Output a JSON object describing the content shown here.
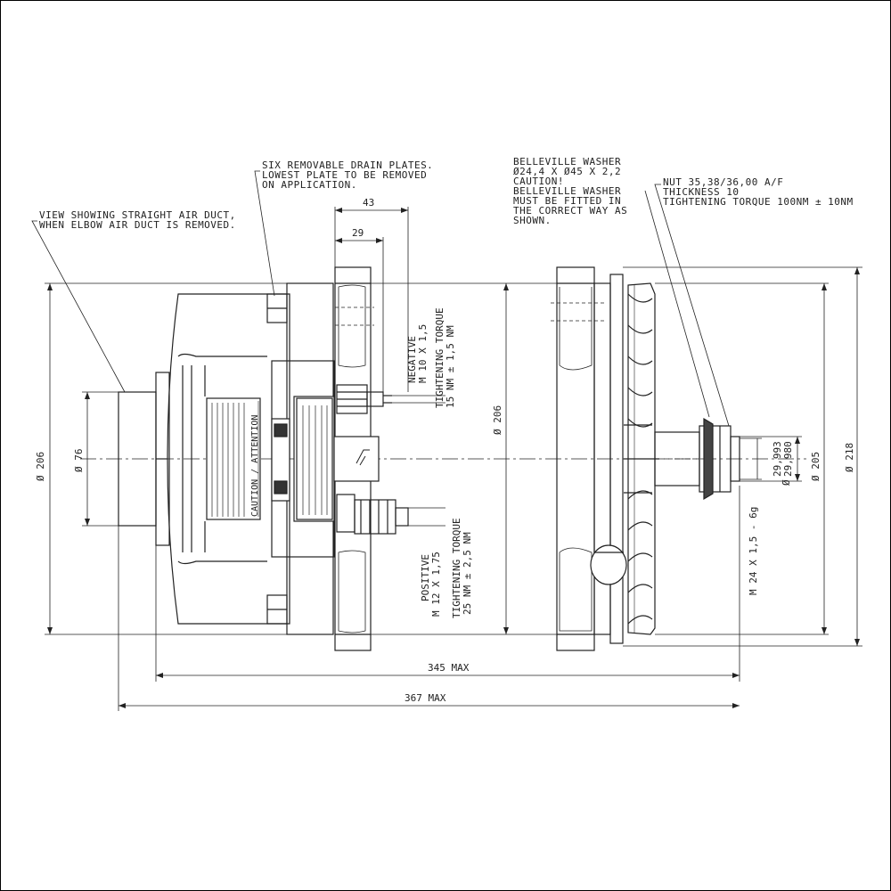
{
  "notes": {
    "air_duct": "VIEW SHOWING STRAIGHT AIR DUCT,\nWHEN ELBOW AIR DUCT IS REMOVED.",
    "drain_plates": "SIX REMOVABLE DRAIN PLATES.\nLOWEST PLATE TO BE REMOVED\nON APPLICATION.",
    "belleville": "BELLEVILLE WASHER\nØ24,4 X Ø45 X 2,2\nCAUTION!\nBELLEVILLE WASHER\nMUST BE FITTED IN\nTHE CORRECT WAY AS\nSHOWN.",
    "nut": "NUT 35,38/36,00 A/F\nTHICKNESS 10\nTIGHTENING TORQUE 100NM ± 10NM"
  },
  "terminals": {
    "negative_title": "NEGATIVE",
    "negative_thread": "M 10 X 1,5",
    "negative_torque_title": "TIGHTENING TORQUE",
    "negative_torque": "15 NM ± 1,5 NM",
    "positive_title": "POSITIVE",
    "positive_thread": "M 12 X 1,75",
    "positive_torque_title": "TIGHTENING TORQUE",
    "positive_torque": "25 NM ± 2,5 NM"
  },
  "dimensions": {
    "d43": "43",
    "d29": "29",
    "dia206_left": "Ø 206",
    "dia76": "Ø 76",
    "dia206_mid": "Ø 206",
    "dia205": "Ø 205",
    "dia218": "Ø 218",
    "shaft_upper": "29,993",
    "shaft_lower": "29,980",
    "shaft_prefix": "Ø",
    "thread": "M 24 X 1,5 - 6g",
    "len345": "345 MAX",
    "len367": "367 MAX"
  },
  "caution_label": {
    "title": "CAUTION / ATTENTION"
  }
}
